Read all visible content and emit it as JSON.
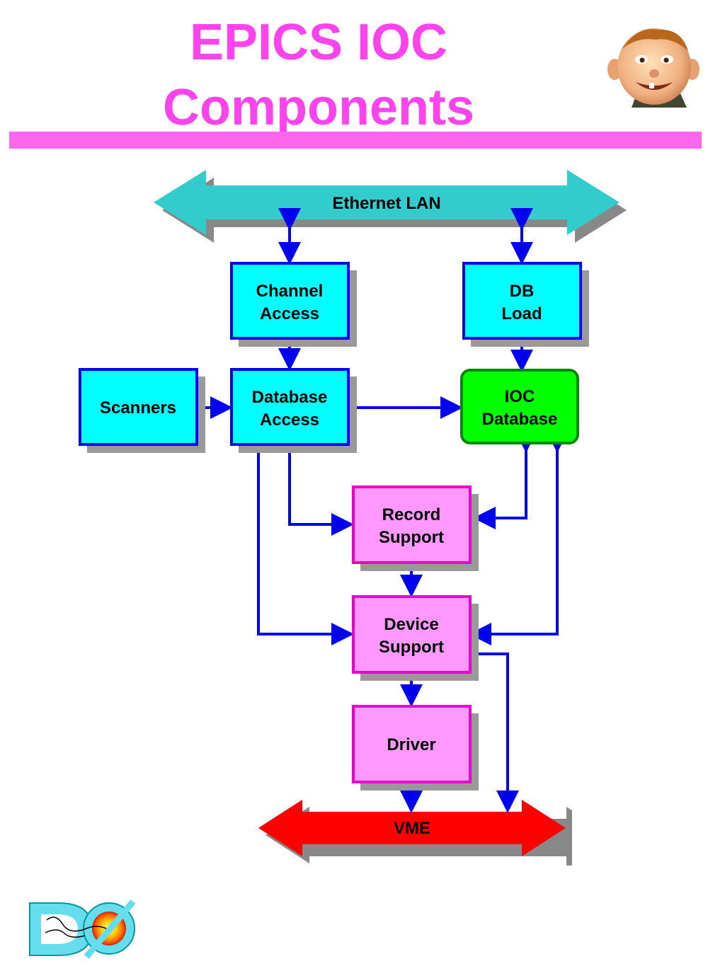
{
  "title": {
    "line1": "EPICS IOC",
    "line2": "Components"
  },
  "buses": {
    "ethernet": "Ethernet LAN",
    "vme": "VME"
  },
  "nodes": {
    "channel_access": [
      "Channel",
      "Access"
    ],
    "db_load": [
      "DB",
      "Load"
    ],
    "scanners": [
      "Scanners"
    ],
    "database_access": [
      "Database",
      "Access"
    ],
    "ioc_database": [
      "IOC",
      "Database"
    ],
    "record_support": [
      "Record",
      "Support"
    ],
    "device_support": [
      "Device",
      "Support"
    ],
    "driver": [
      "Driver"
    ]
  },
  "colors": {
    "title": "#ff44ee",
    "title_bar": "#ff66ee",
    "ethernet_bus": "#33cccc",
    "vme_bus": "#ff0000",
    "cyan_box": "#00ffff",
    "green_box": "#00ff00",
    "pink_box": "#ff99ff",
    "connector": "#0000ee",
    "shadow": "#999999"
  },
  "icons": {
    "mascot": "cartoon-face-icon",
    "logo": "d-zero-logo-icon"
  }
}
